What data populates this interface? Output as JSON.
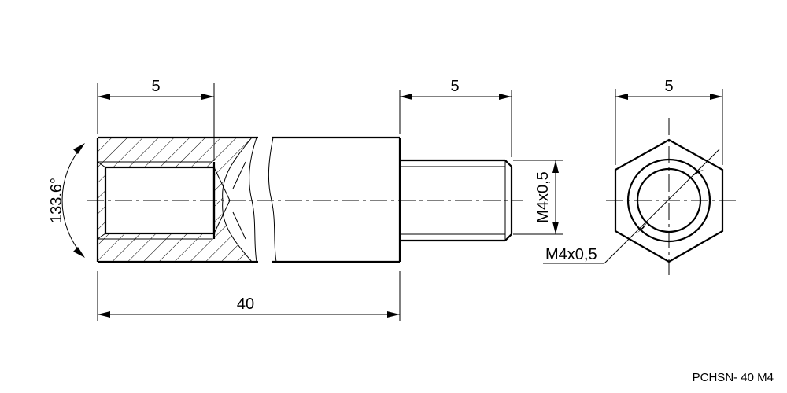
{
  "drawing": {
    "dimensions": {
      "socket_thread_length": "5",
      "stud_length": "5",
      "across_flats": "5",
      "overall_length": "40",
      "angle": "133.6°",
      "stud_thread": "M4x0,5",
      "hex_thread": "M4x0,5"
    },
    "part_code": "PCHSN- 40 M4",
    "colors": {
      "line": "#000000",
      "background": "#ffffff"
    }
  }
}
